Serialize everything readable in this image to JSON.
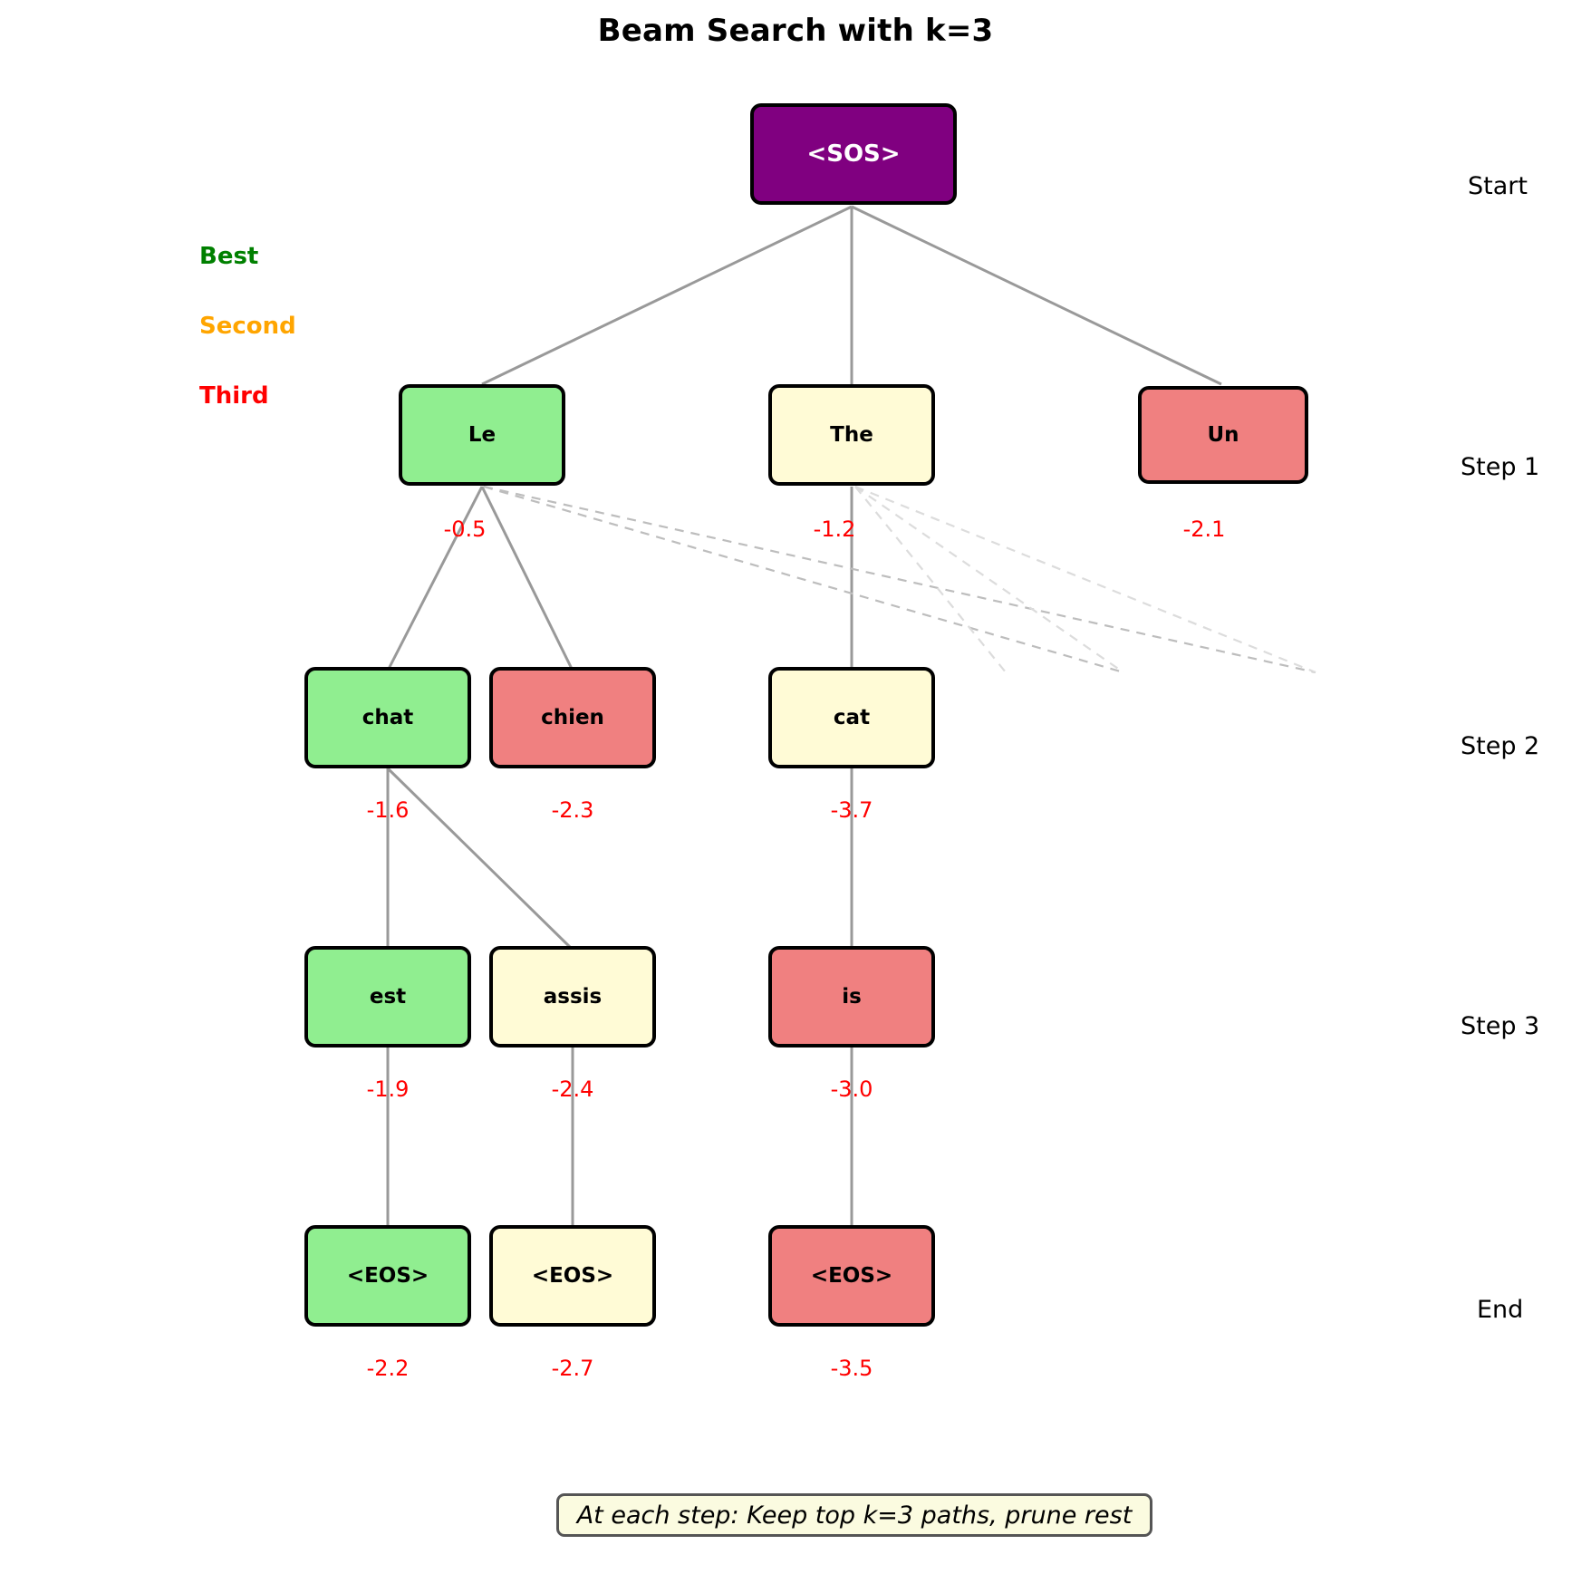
{
  "figure": {
    "title": "Beam Search with k=3",
    "caption": "At each step: Keep top k=3 paths, prune rest",
    "background": "#ffffff"
  },
  "palette": {
    "best_green": "#90ee90",
    "second_cream": "#fffbd6",
    "third_red": "#f08080",
    "root_purple": "#800080",
    "node_border": "#000000",
    "score_text": "#ff0000",
    "edge_kept": "#999999",
    "edge_pruned": "#cccccc",
    "legend_best": "#008000",
    "legend_second": "#ffa500",
    "legend_third": "#ff0000"
  },
  "legend": {
    "items": [
      {
        "label": "Best",
        "color": "#008000"
      },
      {
        "label": "Second",
        "color": "#ffa500"
      },
      {
        "label": "Third",
        "color": "#ff0000"
      }
    ]
  },
  "row_labels": [
    {
      "text": "Start"
    },
    {
      "text": "Step 1"
    },
    {
      "text": "Step 2"
    },
    {
      "text": "Step 3"
    },
    {
      "text": "End"
    }
  ],
  "chart_data": {
    "type": "diagram",
    "title": "Beam Search with k=3",
    "beam_width": 3,
    "levels": [
      "Start",
      "Step 1",
      "Step 2",
      "Step 3",
      "End"
    ],
    "nodes": [
      {
        "id": "sos",
        "label": "<SOS>",
        "rank": "root",
        "level": "Start",
        "score": null
      },
      {
        "id": "le",
        "label": "Le",
        "rank": "best",
        "level": "Step 1",
        "score": "-0.5"
      },
      {
        "id": "the",
        "label": "The",
        "rank": "second",
        "level": "Step 1",
        "score": "-1.2"
      },
      {
        "id": "un",
        "label": "Un",
        "rank": "third",
        "level": "Step 1",
        "score": "-2.1"
      },
      {
        "id": "chat",
        "label": "chat",
        "rank": "best",
        "level": "Step 2",
        "score": "-1.6"
      },
      {
        "id": "chien",
        "label": "chien",
        "rank": "third",
        "level": "Step 2",
        "score": "-2.3"
      },
      {
        "id": "cat",
        "label": "cat",
        "rank": "second",
        "level": "Step 2",
        "score": "-3.7"
      },
      {
        "id": "est",
        "label": "est",
        "rank": "best",
        "level": "Step 3",
        "score": "-1.9"
      },
      {
        "id": "assis",
        "label": "assis",
        "rank": "second",
        "level": "Step 3",
        "score": "-2.4"
      },
      {
        "id": "is",
        "label": "is",
        "rank": "third",
        "level": "Step 3",
        "score": "-3.0"
      },
      {
        "id": "eos1",
        "label": "<EOS>",
        "rank": "best",
        "level": "End",
        "score": "-2.2"
      },
      {
        "id": "eos2",
        "label": "<EOS>",
        "rank": "second",
        "level": "End",
        "score": "-2.7"
      },
      {
        "id": "eos3",
        "label": "<EOS>",
        "rank": "third",
        "level": "End",
        "score": "-3.5"
      }
    ],
    "edges_kept": [
      {
        "from": "sos",
        "to": "le"
      },
      {
        "from": "sos",
        "to": "the"
      },
      {
        "from": "sos",
        "to": "un"
      },
      {
        "from": "le",
        "to": "chat"
      },
      {
        "from": "le",
        "to": "chien"
      },
      {
        "from": "the",
        "to": "cat"
      },
      {
        "from": "chat",
        "to": "est"
      },
      {
        "from": "chat",
        "to": "assis"
      },
      {
        "from": "cat",
        "to": "is"
      },
      {
        "from": "est",
        "to": "eos1"
      },
      {
        "from": "assis",
        "to": "eos2"
      },
      {
        "from": "is",
        "to": "eos3"
      }
    ],
    "edges_pruned_count": 5
  }
}
